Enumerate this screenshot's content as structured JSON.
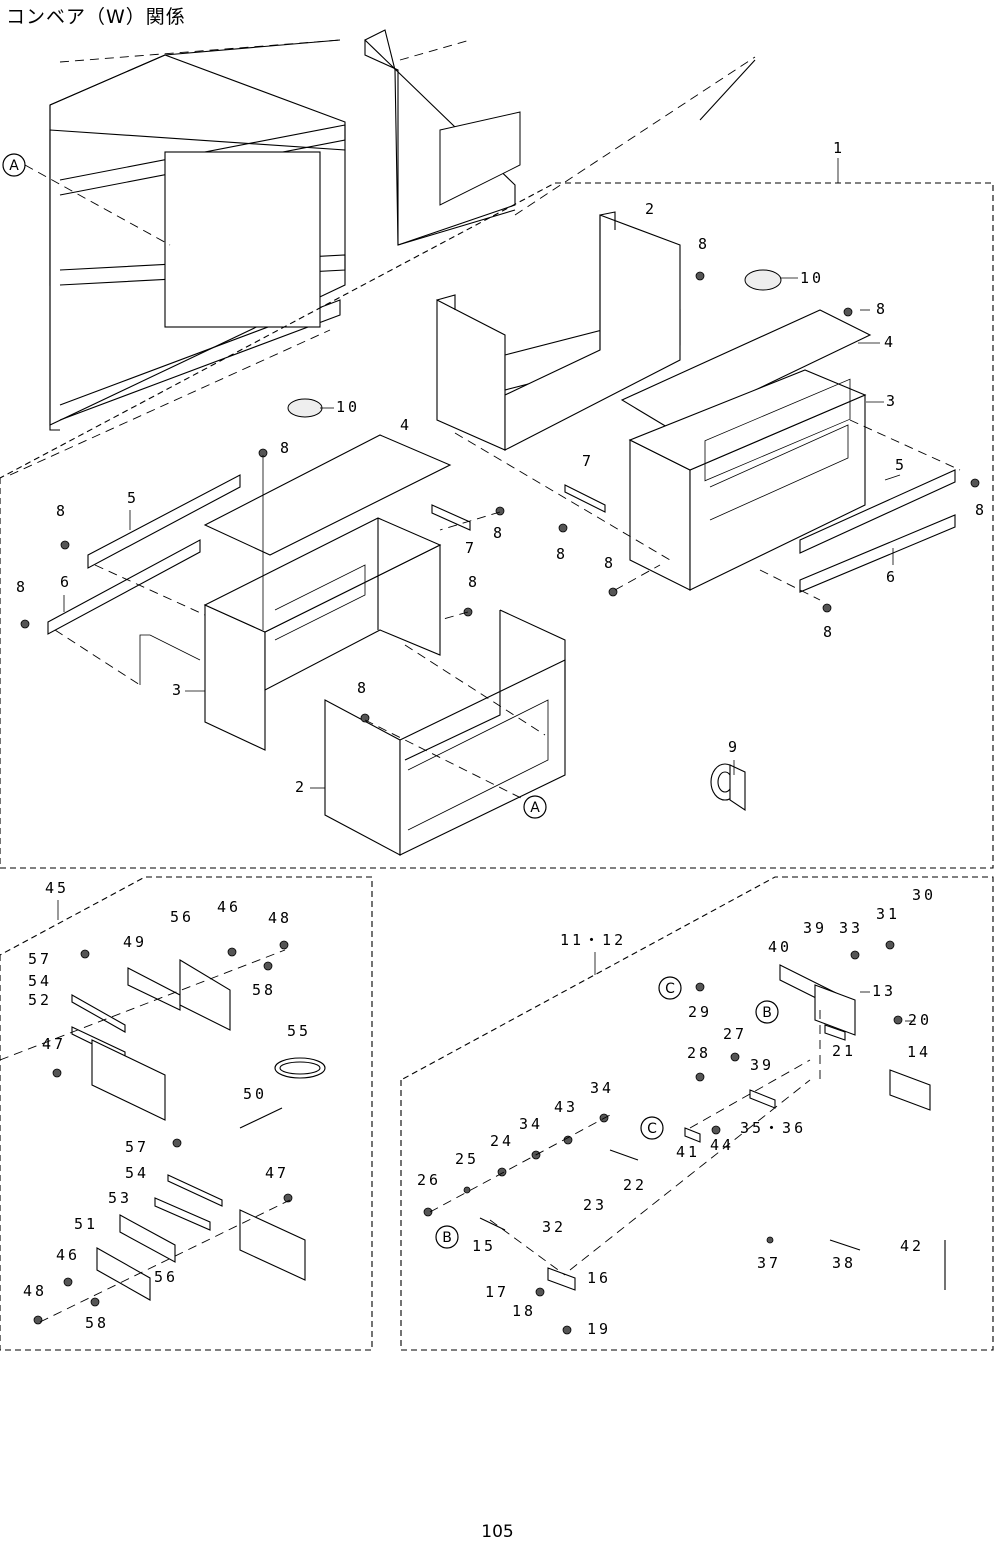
{
  "page": {
    "title": "コンベア（W）関係",
    "page_number": "105"
  },
  "callouts": {
    "n1": "1",
    "n2a": "2",
    "n2b": "2",
    "n3a": "3",
    "n3b": "3",
    "n4a": "4",
    "n4b": "4",
    "n5a": "5",
    "n5b": "5",
    "n6a": "6",
    "n6b": "6",
    "n7a": "7",
    "n7b": "7",
    "n8a": "8",
    "n8b": "8",
    "n8c": "8",
    "n8d": "8",
    "n8e": "8",
    "n8f": "8",
    "n8g": "8",
    "n8h": "8",
    "n8i": "8",
    "n8j": "8",
    "n8k": "8",
    "n8l": "8",
    "n9": "9",
    "n10a": "10",
    "n10b": "10",
    "n11": "11・12",
    "n13": "13",
    "n14": "14",
    "n15": "15",
    "n16": "16",
    "n17": "17",
    "n18": "18",
    "n19": "19",
    "n20": "20",
    "n21": "21",
    "n22": "22",
    "n23": "23",
    "n24": "24",
    "n25": "25",
    "n26": "26",
    "n27": "27",
    "n28": "28",
    "n29": "29",
    "n30": "30",
    "n31": "31",
    "n32": "32",
    "n33": "33",
    "n34a": "34",
    "n34b": "34",
    "n3536": "35・36",
    "n37": "37",
    "n38": "38",
    "n39a": "39",
    "n39b": "39",
    "n40": "40",
    "n41": "41",
    "n42": "42",
    "n43": "43",
    "n44": "44",
    "n45": "45",
    "n46a": "46",
    "n46b": "46",
    "n47a": "47",
    "n47b": "47",
    "n48a": "48",
    "n48b": "48",
    "n49": "49",
    "n50": "50",
    "n51": "51",
    "n52": "52",
    "n53": "53",
    "n54a": "54",
    "n54b": "54",
    "n55": "55",
    "n56a": "56",
    "n56b": "56",
    "n57a": "57",
    "n57b": "57",
    "n58a": "58",
    "n58b": "58"
  },
  "markers": {
    "A1": "A",
    "A2": "A",
    "B1": "B",
    "B2": "B",
    "C1": "C",
    "C2": "C"
  }
}
